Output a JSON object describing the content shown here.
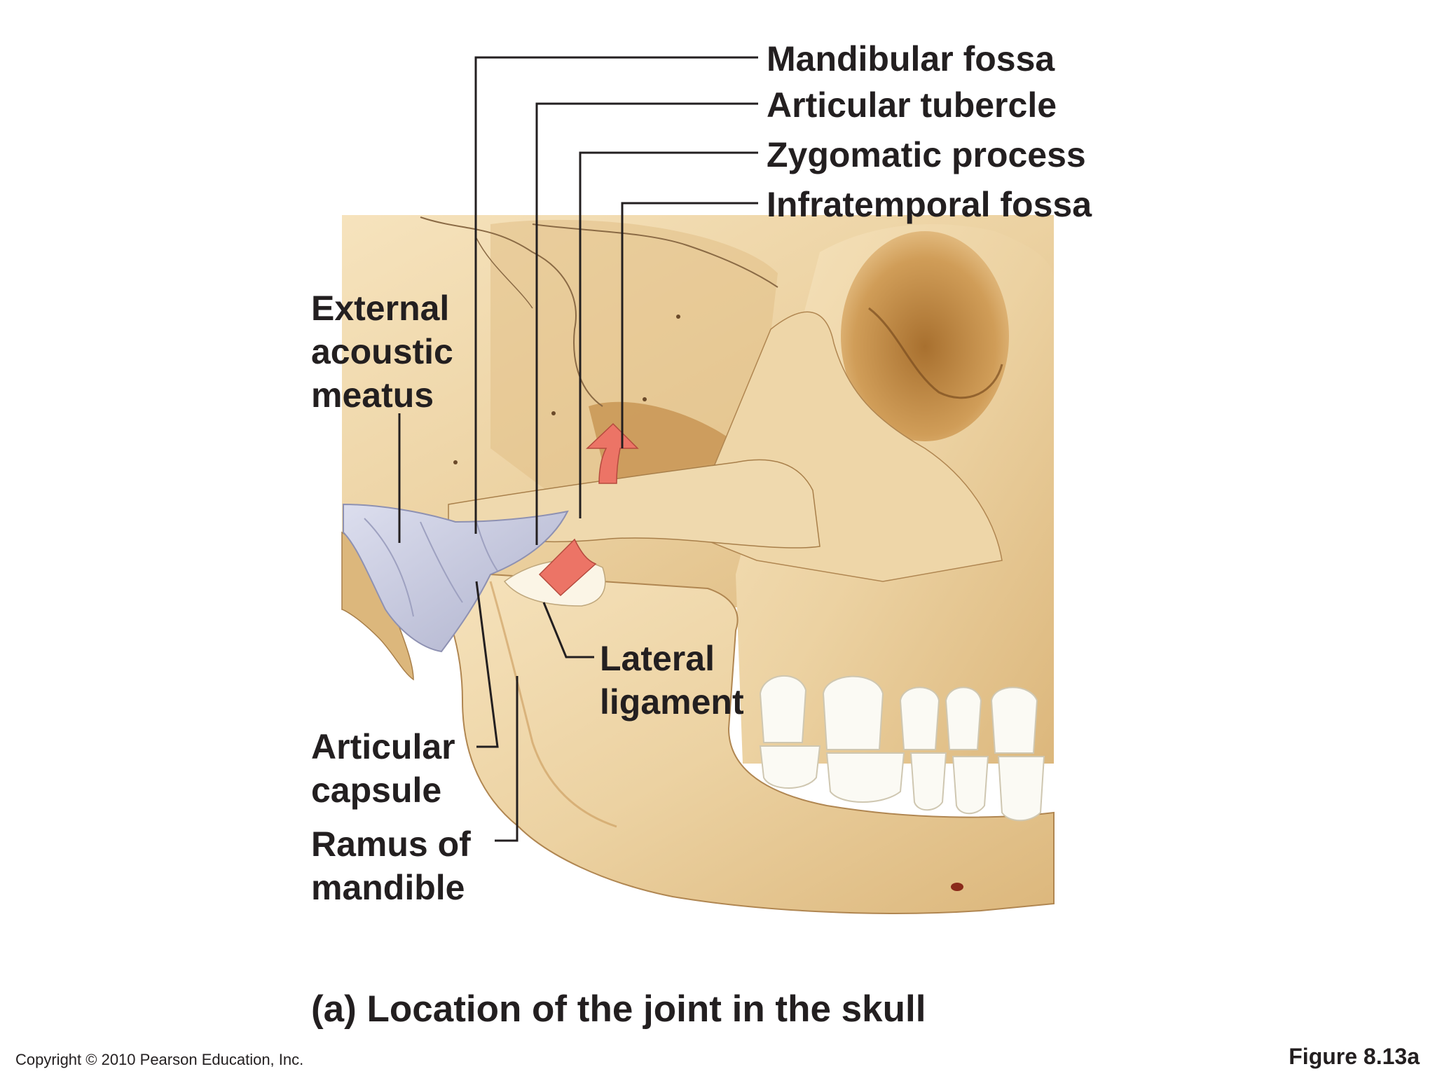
{
  "labels": {
    "mandibular_fossa": "Mandibular fossa",
    "articular_tubercle": "Articular tubercle",
    "zygomatic_process": "Zygomatic process",
    "infratemporal_fossa": "Infratemporal fossa",
    "external_acoustic_meatus": [
      "External",
      "acoustic",
      "meatus"
    ],
    "lateral_ligament": [
      "Lateral",
      "ligament"
    ],
    "articular_capsule": [
      "Articular",
      "capsule"
    ],
    "ramus_of_mandible": [
      "Ramus of",
      "mandible"
    ]
  },
  "caption": "(a) Location of the joint in the skull",
  "copyright": "Copyright © 2010 Pearson Education, Inc.",
  "figure_number": "Figure 8.13a",
  "colors": {
    "bone": "#ebcf9f",
    "bone_shadow": "#c99a5a",
    "ligament": "#c9cbe0",
    "arrow": "#ec7466",
    "leader_line": "#231f20",
    "text": "#231f20"
  }
}
